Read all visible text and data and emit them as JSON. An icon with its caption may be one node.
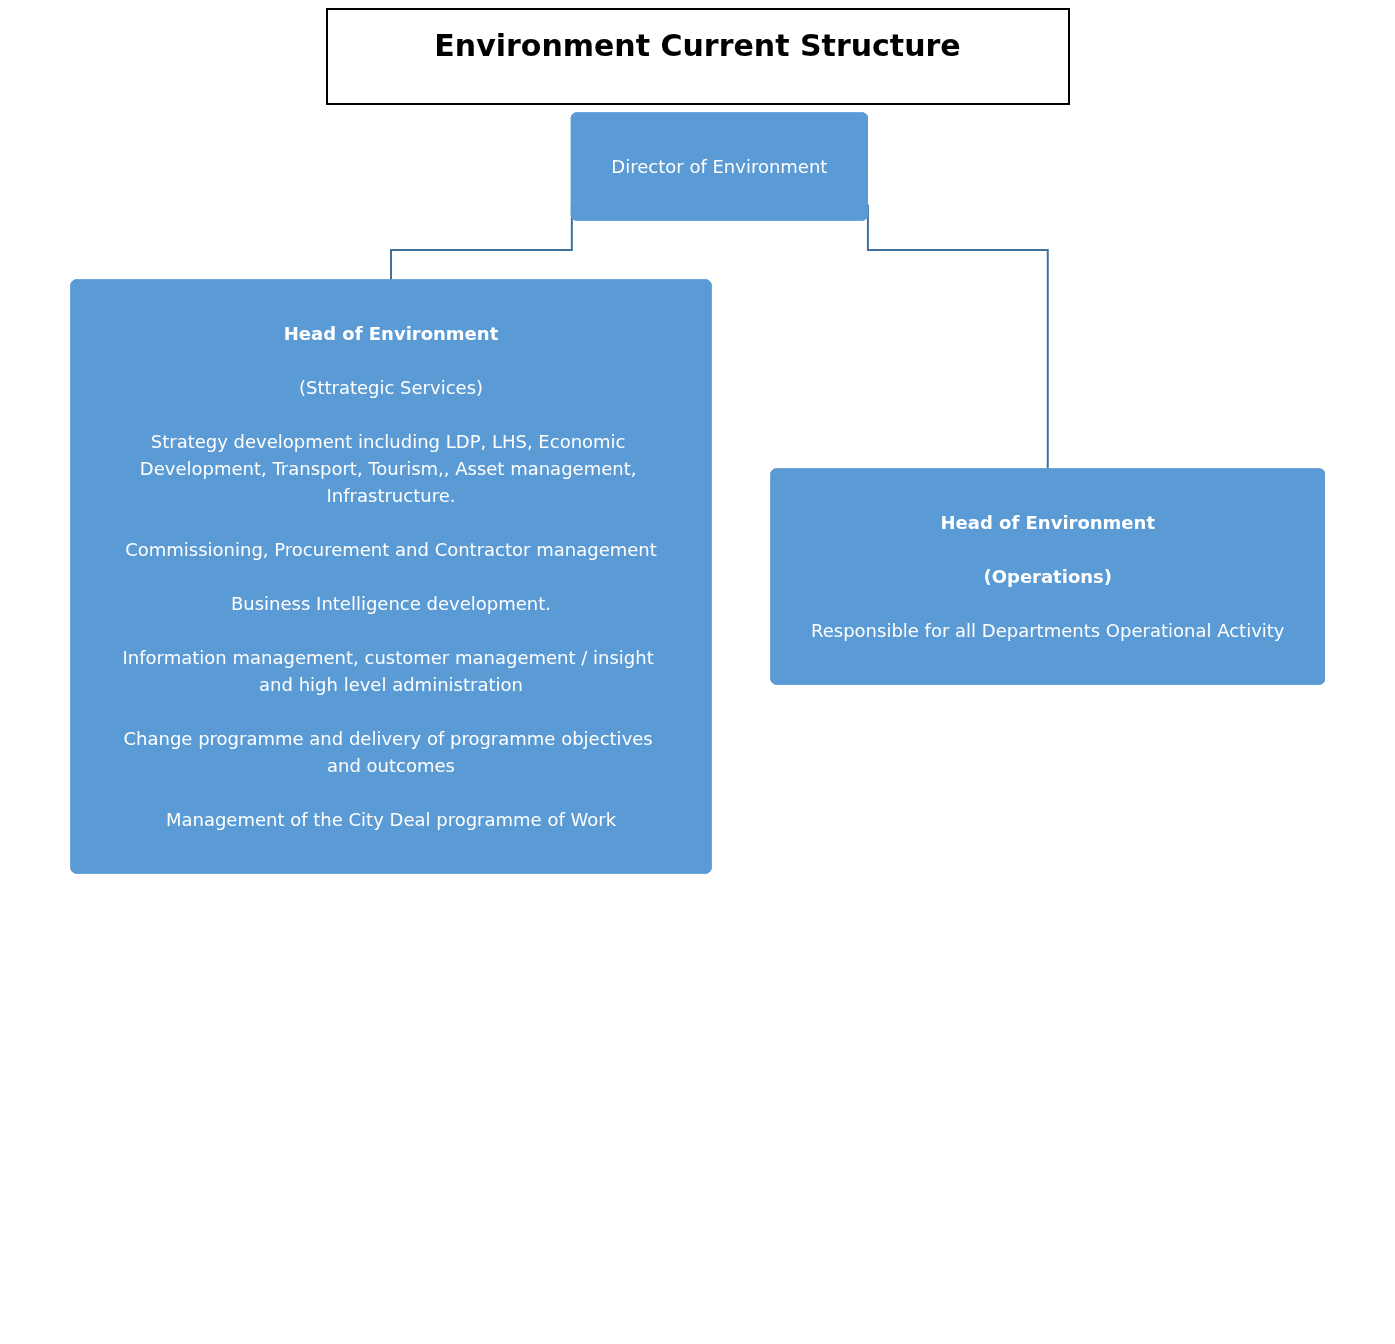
{
  "diagram": {
    "title": "Environment Current Structure",
    "nodes": [
      {
        "text": [
          "Director of Environment"
        ]
      },
      {
        "text": [
          "Head of Environment",
          "(Sttrategic Services)",
          "Strategy development including LDP, LHS, Economic Development, Transport, Tourism,, Asset management, Infrastructure.",
          "Commissioning, Procurement and Contractor management",
          "Business Intelligence development.",
          "Information management, customer management / insight and high level administration",
          "Change programme and delivery of programme objectives and outcomes",
          "Management of the City Deal programme of Work"
        ]
      },
      {
        "text": [
          "Head of Environment",
          "(Operations)",
          "Responsible for all Departments Operational Activity"
        ]
      }
    ],
    "edges": [
      {
        "from": 0,
        "to": 1,
        "arrow": "none"
      },
      {
        "from": 0,
        "to": 2,
        "arrow": "none"
      }
    ]
  }
}
